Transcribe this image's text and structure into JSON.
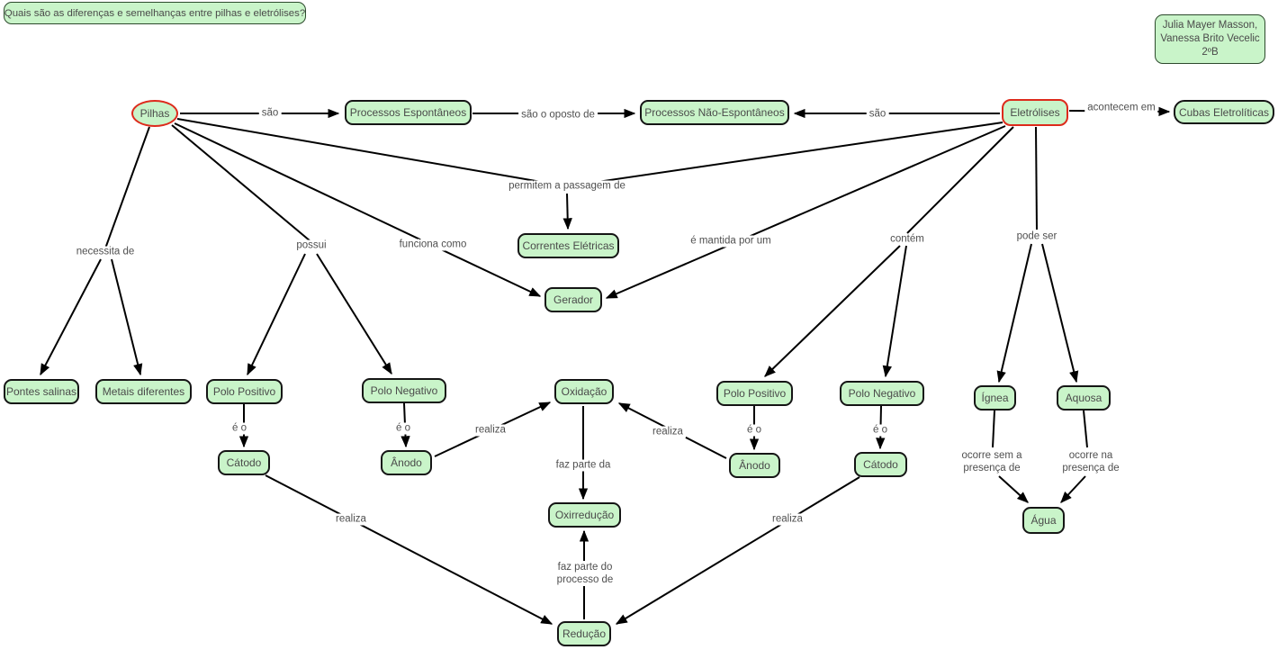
{
  "question_node": "Quais são as diferenças e semelhanças entre pilhas e eletrólises?",
  "authors_node": {
    "lines": [
      "Julia Mayer Masson,",
      "Vanessa Brito Vecelic",
      "2ºB"
    ]
  },
  "nodes": {
    "pilhas": "Pilhas",
    "processos_espontaneos": "Processos Espontâneos",
    "processos_nao_espontaneos": "Processos Não-Espontâneos",
    "eletrolises": "Eletrólises",
    "cubas_eletroliticas": "Cubas Eletrolíticas",
    "correntes_eletricas": "Correntes Elétricas",
    "gerador": "Gerador",
    "pontes_salinas": "Pontes salinas",
    "metais_diferentes": "Metais diferentes",
    "polo_positivo": "Polo Positivo",
    "polo_negativo": "Polo Negativo",
    "catodo": "Cátodo",
    "anodo": "Ânodo",
    "oxidacao": "Oxidação",
    "oxirreducao": "Oxirredução",
    "reducao": "Redução",
    "ignea": "Ígnea",
    "aquosa": "Aquosa",
    "agua": "Água"
  },
  "edge_labels": {
    "sao": "são",
    "sao_o_oposto_de": "são o oposto de",
    "acontecem_em": "acontecem em",
    "permitem_a_passagem_de": "permitem a passagem de",
    "necessita_de": "necessita de",
    "possui": "possui",
    "funciona_como": "funciona como",
    "e_mantida_por_um": "é mantida por um",
    "contem": "contém",
    "pode_ser": "pode ser",
    "e_o": "é o",
    "realiza": "realiza",
    "faz_parte_da": "faz parte da",
    "faz_parte_do_line1": "faz parte do",
    "faz_parte_do_line2": "processo de",
    "ocorre_sem_line1": "ocorre sem a",
    "ocorre_sem_line2": "presença de",
    "ocorre_na_line1": "ocorre na",
    "ocorre_na_line2": "presença de"
  },
  "colors": {
    "node_fill": "#c9f4c9",
    "node_border": "#151515",
    "highlight_border": "#dd2b1c",
    "infobox_border": "#2d4a2d",
    "edge_color": "#000000",
    "label_text": "#4f4f4f",
    "background": "#ffffff"
  }
}
